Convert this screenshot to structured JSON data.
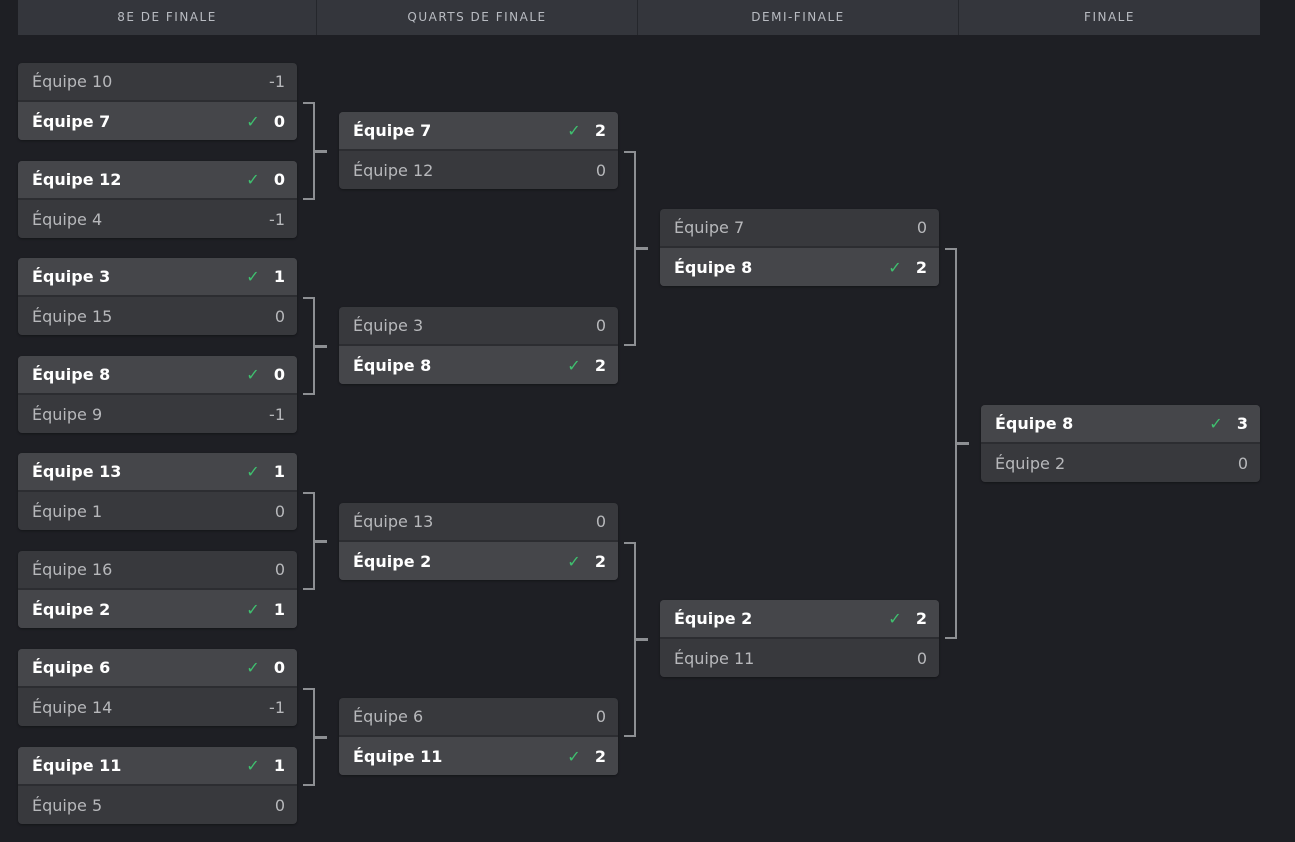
{
  "rounds": [
    {
      "label": "8E DE FINALE"
    },
    {
      "label": "QUARTS DE FINALE"
    },
    {
      "label": "DEMI-FINALE"
    },
    {
      "label": "FINALE"
    }
  ],
  "check_glyph": "✓",
  "colors": {
    "background": "#1e1f24",
    "winner_check": "#3fc06f"
  },
  "matches": [
    {
      "round": 0,
      "teams": [
        {
          "name": "Équipe 10",
          "score": "-1",
          "winner": false
        },
        {
          "name": "Équipe 7",
          "score": "0",
          "winner": true
        }
      ]
    },
    {
      "round": 0,
      "teams": [
        {
          "name": "Équipe 12",
          "score": "0",
          "winner": true
        },
        {
          "name": "Équipe 4",
          "score": "-1",
          "winner": false
        }
      ]
    },
    {
      "round": 0,
      "teams": [
        {
          "name": "Équipe 3",
          "score": "1",
          "winner": true
        },
        {
          "name": "Équipe 15",
          "score": "0",
          "winner": false
        }
      ]
    },
    {
      "round": 0,
      "teams": [
        {
          "name": "Équipe 8",
          "score": "0",
          "winner": true
        },
        {
          "name": "Équipe 9",
          "score": "-1",
          "winner": false
        }
      ]
    },
    {
      "round": 0,
      "teams": [
        {
          "name": "Équipe 13",
          "score": "1",
          "winner": true
        },
        {
          "name": "Équipe 1",
          "score": "0",
          "winner": false
        }
      ]
    },
    {
      "round": 0,
      "teams": [
        {
          "name": "Équipe 16",
          "score": "0",
          "winner": false
        },
        {
          "name": "Équipe 2",
          "score": "1",
          "winner": true
        }
      ]
    },
    {
      "round": 0,
      "teams": [
        {
          "name": "Équipe 6",
          "score": "0",
          "winner": true
        },
        {
          "name": "Équipe 14",
          "score": "-1",
          "winner": false
        }
      ]
    },
    {
      "round": 0,
      "teams": [
        {
          "name": "Équipe 11",
          "score": "1",
          "winner": true
        },
        {
          "name": "Équipe 5",
          "score": "0",
          "winner": false
        }
      ]
    },
    {
      "round": 1,
      "teams": [
        {
          "name": "Équipe 7",
          "score": "2",
          "winner": true
        },
        {
          "name": "Équipe 12",
          "score": "0",
          "winner": false
        }
      ]
    },
    {
      "round": 1,
      "teams": [
        {
          "name": "Équipe 3",
          "score": "0",
          "winner": false
        },
        {
          "name": "Équipe 8",
          "score": "2",
          "winner": true
        }
      ]
    },
    {
      "round": 1,
      "teams": [
        {
          "name": "Équipe 13",
          "score": "0",
          "winner": false
        },
        {
          "name": "Équipe 2",
          "score": "2",
          "winner": true
        }
      ]
    },
    {
      "round": 1,
      "teams": [
        {
          "name": "Équipe 6",
          "score": "0",
          "winner": false
        },
        {
          "name": "Équipe 11",
          "score": "2",
          "winner": true
        }
      ]
    },
    {
      "round": 2,
      "teams": [
        {
          "name": "Équipe 7",
          "score": "0",
          "winner": false
        },
        {
          "name": "Équipe 8",
          "score": "2",
          "winner": true
        }
      ]
    },
    {
      "round": 2,
      "teams": [
        {
          "name": "Équipe 2",
          "score": "2",
          "winner": true
        },
        {
          "name": "Équipe 11",
          "score": "0",
          "winner": false
        }
      ]
    },
    {
      "round": 3,
      "teams": [
        {
          "name": "Équipe 8",
          "score": "3",
          "winner": true
        },
        {
          "name": "Équipe 2",
          "score": "0",
          "winner": false
        }
      ]
    }
  ]
}
